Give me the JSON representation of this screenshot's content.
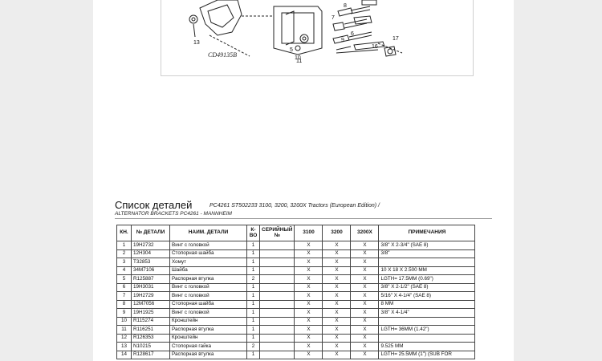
{
  "illustration": {
    "drawing_code": "CD49135B",
    "callouts": [
      "13",
      "11",
      "8",
      "7",
      "6",
      "5",
      "10",
      "9",
      "16",
      "17"
    ]
  },
  "title": {
    "main": "Список деталей",
    "sub": "PC4261 ST502233 3100, 3200, 3200X Tractors (European Edition) /",
    "line2": "ALTERNATOR BRACKETS PC4261 - MANNHEIM"
  },
  "table": {
    "headers": [
      "КН.",
      "№ ДЕТАЛИ",
      "НАИМ. ДЕТАЛИ",
      "К-ВО",
      "СЕРИЙНЫЙ №",
      "3100",
      "3200",
      "3200X",
      "ПРИМЕЧАНИЯ"
    ],
    "rows": [
      [
        "1",
        "19H2732",
        "Винт с головкой",
        "1",
        "",
        "X",
        "X",
        "X",
        "3/8\" X 2-3/4\" (SAE 8)"
      ],
      [
        "2",
        "12H304",
        "Стопорная шайба",
        "1",
        "",
        "X",
        "X",
        "X",
        "3/8\""
      ],
      [
        "3",
        "T32853",
        "Хомут",
        "1",
        "",
        "X",
        "X",
        "X",
        ""
      ],
      [
        "4",
        "34M7106",
        "Шайба",
        "1",
        "",
        "X",
        "X",
        "X",
        "10 X 18 X 2.500 MM"
      ],
      [
        "5",
        "R125887",
        "Распорная втулка",
        "2",
        "",
        "X",
        "X",
        "X",
        "LGTH= 17.5MM (0.69\")"
      ],
      [
        "6",
        "19H3031",
        "Винт с головкой",
        "1",
        "",
        "X",
        "X",
        "X",
        "3/8\" X 2-1/2\" (SAE 8)"
      ],
      [
        "7",
        "19H2729",
        "Винт с головкой",
        "1",
        "",
        "X",
        "X",
        "X",
        "5/16\" X 4-1/4\" (SAE 8)"
      ],
      [
        "8",
        "12M7056",
        "Стопорная шайба",
        "1",
        "",
        "X",
        "X",
        "X",
        "8 MM"
      ],
      [
        "9",
        "19H1925",
        "Винт с головкой",
        "1",
        "",
        "X",
        "X",
        "X",
        "3/8\" X 4-1/4\""
      ],
      [
        "10",
        "R115274",
        "Кронштейн",
        "1",
        "",
        "X",
        "X",
        "X",
        ""
      ],
      [
        "11",
        "R116251",
        "Распорная втулка",
        "1",
        "",
        "X",
        "X",
        "X",
        "LGTH= 36MM (1.42\")"
      ],
      [
        "12",
        "R126353",
        "Кронштейн",
        "1",
        "",
        "X",
        "X",
        "X",
        ""
      ],
      [
        "13",
        "N10215",
        "Стопорная гайка",
        "2",
        "",
        "X",
        "X",
        "X",
        "9.525 MM"
      ],
      [
        "14",
        "R128617",
        "Распорная втулка",
        "1",
        "",
        "X",
        "X",
        "X",
        "LGTH= 25.5MM (1\") (SUB FOR"
      ]
    ]
  }
}
